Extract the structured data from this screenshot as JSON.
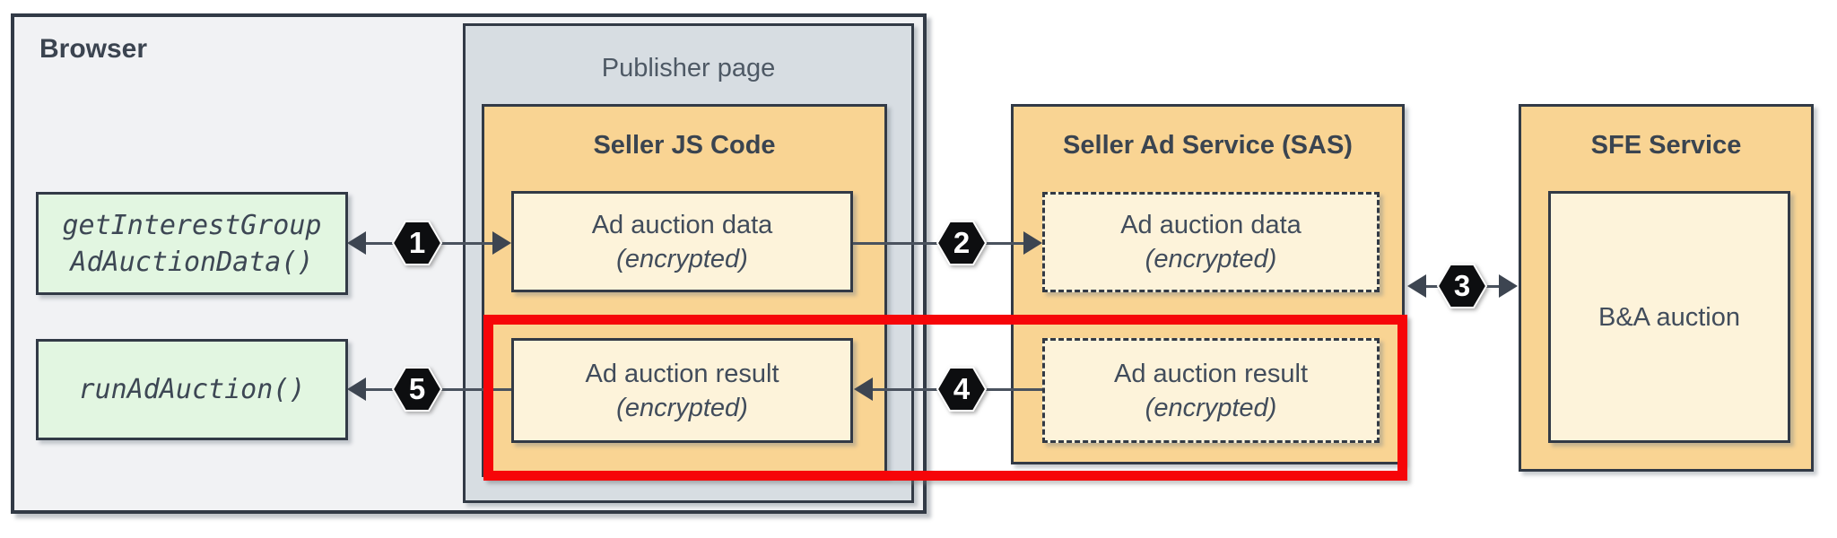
{
  "diagram": {
    "browser": {
      "title": "Browser",
      "api_boxes": [
        {
          "lines": [
            "getInterestGroup",
            "AdAuctionData()"
          ]
        },
        {
          "lines": [
            "runAdAuction()"
          ]
        }
      ]
    },
    "publisher_page": {
      "title": "Publisher page",
      "seller_js_code": {
        "title": "Seller JS Code",
        "boxes": [
          {
            "line1": "Ad auction data",
            "line2": "(encrypted)"
          },
          {
            "line1": "Ad auction result",
            "line2": "(encrypted)"
          }
        ]
      }
    },
    "seller_ad_service": {
      "title": "Seller Ad Service (SAS)",
      "boxes": [
        {
          "line1": "Ad auction data",
          "line2": "(encrypted)"
        },
        {
          "line1": "Ad auction result",
          "line2": "(encrypted)"
        }
      ]
    },
    "sfe_service": {
      "title": "SFE Service",
      "box": {
        "label": "B&A auction"
      }
    },
    "step_badges": [
      "1",
      "2",
      "3",
      "4",
      "5"
    ],
    "colors": {
      "browser_fill": "#f1f2f4",
      "publisher_fill": "#d7dde2",
      "service_fill": "#f9d493",
      "item_fill": "#fdf3da",
      "api_fill": "#e2f6e1",
      "border": "#323a46",
      "badge_fill": "#0d0e10",
      "highlight_red": "#f60509"
    }
  }
}
